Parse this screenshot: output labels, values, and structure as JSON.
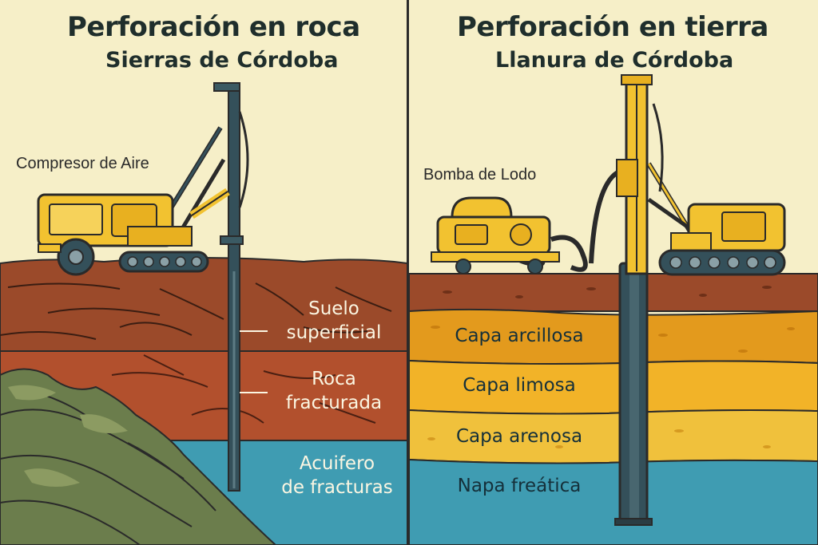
{
  "left_panel": {
    "title": "Perforación en roca",
    "subtitle": "Sierras de Córdoba",
    "equipment_label": "Compresor de Aire",
    "layers": {
      "soil": [
        "Suelo",
        "superficial"
      ],
      "rock": [
        "Roca",
        "fracturada"
      ],
      "aquifer": [
        "Acuifero",
        "de fracturas"
      ]
    }
  },
  "right_panel": {
    "title": "Perforación en tierra",
    "subtitle": "Llanura de Córdoba",
    "equipment_label": "Bomba de Lodo",
    "layers": {
      "clay": "Capa arcillosa",
      "silt": "Capa limosa",
      "sand": "Capa arenosa",
      "water_table": "Napa freática"
    }
  },
  "colors": {
    "sky": "#f6efc8",
    "machine_yellow": "#f2c230",
    "outline": "#2a2a2a",
    "topsoil": "#9b4a2a",
    "fractured_rock": "#b2502d",
    "mountain_green": "#6b7d4c",
    "aquifer_blue": "#3f9cb2",
    "clay_orange": "#e39a1d",
    "silt_yellow": "#f2b328",
    "sand_yellow": "#f0c13c",
    "drill_pipe": "#34505a"
  }
}
